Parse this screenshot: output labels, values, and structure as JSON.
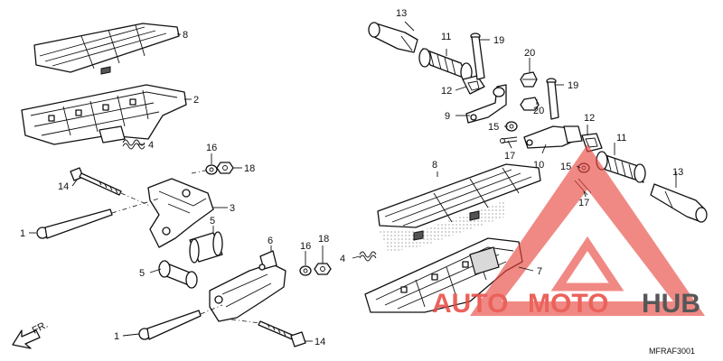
{
  "callouts": {
    "c1a": "1",
    "c1b": "1",
    "c2": "2",
    "c3": "3",
    "c4a": "4",
    "c4b": "4",
    "c5a": "5",
    "c5b": "5",
    "c6": "6",
    "c7": "7",
    "c8a": "8",
    "c8b": "8",
    "c9": "9",
    "c10": "10",
    "c11a": "11",
    "c11b": "11",
    "c12a": "12",
    "c12b": "12",
    "c13a": "13",
    "c13b": "13",
    "c14a": "14",
    "c14b": "14",
    "c15a": "15",
    "c15b": "15",
    "c16a": "16",
    "c16b": "16",
    "c17a": "17",
    "c17b": "17",
    "c18a": "18",
    "c18b": "18",
    "c19a": "19",
    "c19b": "19",
    "c20a": "20",
    "c20b": "20"
  },
  "direction_label": "FR.",
  "diagram_code": "MFRAF3001",
  "watermark": {
    "part1": "AUTO",
    "part2": "MOTO",
    "part3": "HUB"
  },
  "colors": {
    "watermark_red": "#e8473f",
    "watermark_grey": "#3a3a3a",
    "line": "#111111"
  }
}
